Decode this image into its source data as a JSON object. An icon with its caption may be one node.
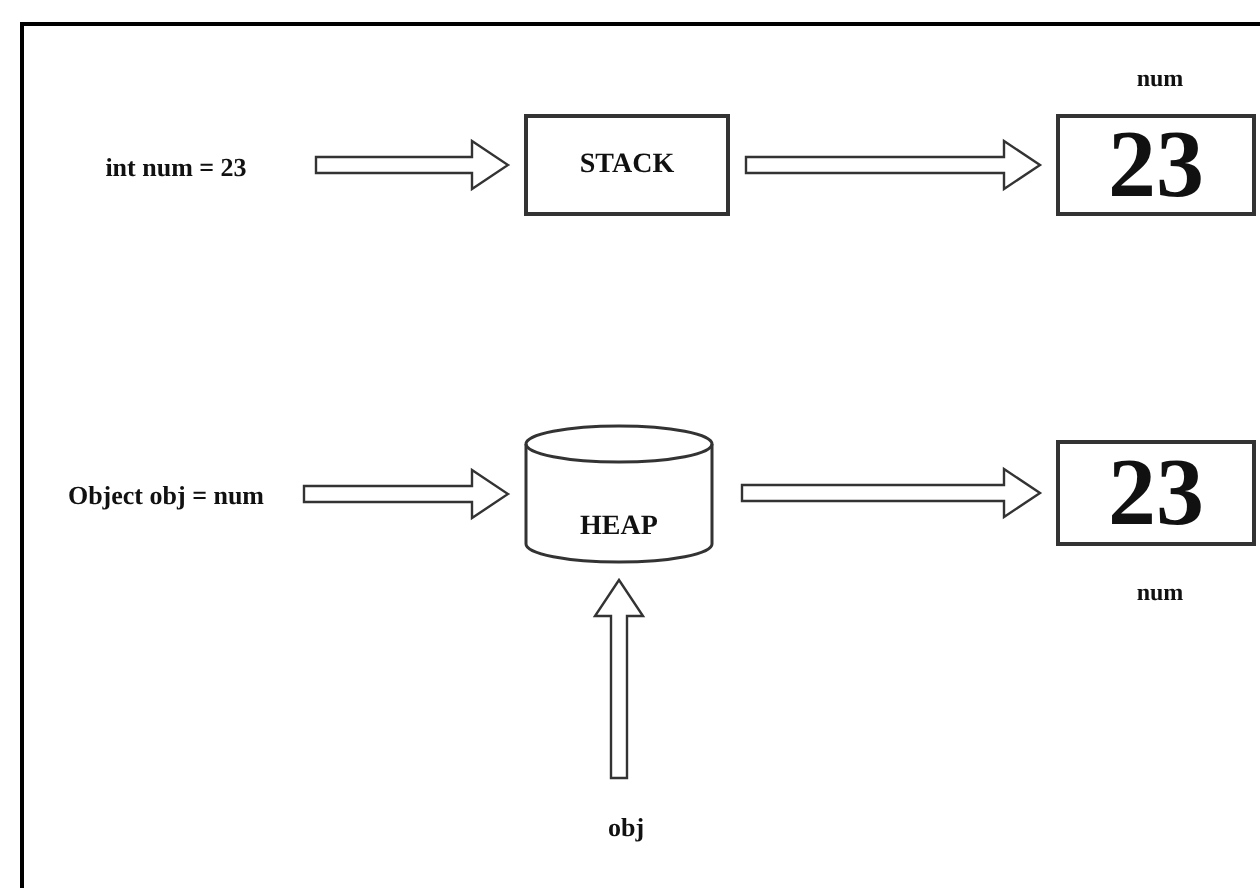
{
  "diagram": {
    "nodes": [
      {
        "text": [
          "int num = 23"
        ]
      },
      {
        "text": [
          "STACK"
        ]
      },
      {
        "text": [
          "23"
        ],
        "beside": [
          "num"
        ]
      },
      {
        "text": [
          "Object obj = num"
        ]
      },
      {
        "text": [
          "HEAP"
        ]
      },
      {
        "text": [
          "23"
        ],
        "beside": [
          "num"
        ]
      },
      {
        "text": [
          "obj"
        ]
      }
    ],
    "edges": [
      {
        "from": 0,
        "to": 1,
        "arrow": "to"
      },
      {
        "from": 1,
        "to": 2,
        "arrow": "to"
      },
      {
        "from": 3,
        "to": 4,
        "arrow": "to"
      },
      {
        "from": 4,
        "to": 5,
        "arrow": "to"
      },
      {
        "from": 6,
        "to": 4,
        "arrow": "to"
      }
    ]
  }
}
